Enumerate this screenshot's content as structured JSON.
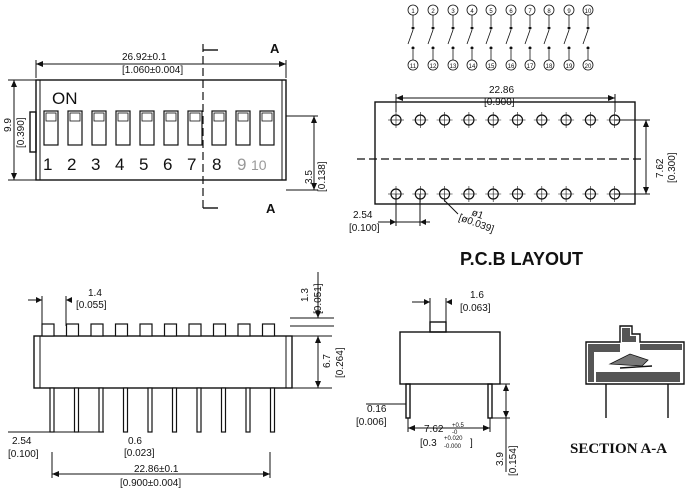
{
  "top_view": {
    "on_label": "ON",
    "width_dim": "26.92±0.1",
    "width_dim_in": "[1.060±0.004]",
    "height_dim": "9.9",
    "height_dim_in": "[0.390]",
    "depth_dim": "3.5",
    "depth_dim_in": "[0.138]",
    "section_marker": "A",
    "switch_numbers": [
      "1",
      "2",
      "3",
      "4",
      "5",
      "6",
      "7",
      "8",
      "9",
      "10"
    ]
  },
  "schematic": {
    "pin_numbers_top": [
      "1",
      "2",
      "3",
      "4",
      "5",
      "6",
      "7",
      "8",
      "9",
      "10"
    ],
    "pin_numbers_bottom": [
      "11",
      "12",
      "13",
      "14",
      "15",
      "16",
      "17",
      "18",
      "19",
      "20"
    ]
  },
  "pcb_layout": {
    "title": "P.C.B  LAYOUT",
    "span_dim": "22.86",
    "span_dim_in": "[0.900]",
    "row_dim": "7.62",
    "row_dim_in": "[0.300]",
    "pitch_dim": "2.54",
    "pitch_dim_in": "[0.100]",
    "hole_dim": "ø1",
    "hole_dim_in": "[ø0.039]"
  },
  "side_view": {
    "actuator_width": "1.4",
    "actuator_width_in": "[0.055]",
    "actuator_height": "1.3",
    "actuator_height_in": "[0.051]",
    "body_height": "6.7",
    "body_height_in": "[0.264]",
    "pitch": "2.54",
    "pitch_in": "[0.100]",
    "pin_width": "0.6",
    "pin_width_in": "[0.023]",
    "pin_span": "22.86±0.1",
    "pin_span_in": "[0.900±0.004]"
  },
  "end_view": {
    "actuator_width": "1.6",
    "actuator_width_in": "[0.063]",
    "pin_thickness": "0.16",
    "pin_thickness_in": "[0.006]",
    "row_spacing": "7.62",
    "row_spacing_tol_plus": "+0.5",
    "row_spacing_tol_minus": "-0",
    "row_spacing_in": "[0.3",
    "row_spacing_in_tol_plus": "+0.020",
    "row_spacing_in_tol_minus": "-0.000",
    "row_spacing_in_close": "]",
    "pin_length": "3.9",
    "pin_length_in": "[0.154]"
  },
  "section": {
    "title": "SECTION  A-A"
  }
}
